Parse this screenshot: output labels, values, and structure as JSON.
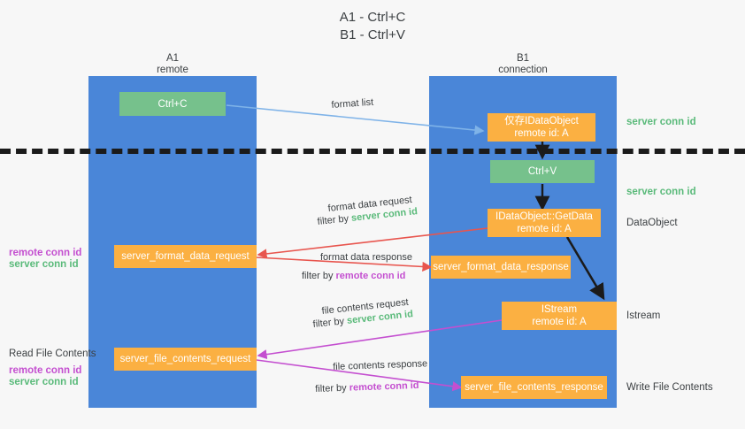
{
  "title": {
    "line1": "A1 - Ctrl+C",
    "line2": "B1 - Ctrl+V"
  },
  "lanes": [
    {
      "id": "a1",
      "name": "A1",
      "sub": "remote"
    },
    {
      "id": "b1",
      "name": "B1",
      "sub": "connection"
    }
  ],
  "boxes": {
    "ctrl_c": {
      "label": "Ctrl+C"
    },
    "idataobject": {
      "line1": "仅存IDataObject",
      "line2": "remote id: A"
    },
    "ctrl_v": {
      "label": "Ctrl+V"
    },
    "getdata": {
      "line1": "IDataObject::GetData",
      "line2": "remote id: A"
    },
    "istream": {
      "line1": "IStream",
      "line2": "remote id: A"
    },
    "server_format_data_request": {
      "label": "server_format_data_request"
    },
    "server_format_data_response": {
      "label": "server_format_data_response"
    },
    "server_file_contents_request": {
      "label": "server_file_contents_request"
    },
    "server_file_contents_response": {
      "label": "server_file_contents_response"
    }
  },
  "right_labels": {
    "server_conn_id_1": "server conn id",
    "server_conn_id_2": "server conn id",
    "dataobject": "DataObject",
    "istream": "Istream",
    "write_file_contents": "Write File Contents"
  },
  "left_labels": {
    "remote_conn_id_1": "remote conn id",
    "server_conn_id_1": "server conn id",
    "read_file_contents": "Read File Contents",
    "remote_conn_id_2": "remote conn id",
    "server_conn_id_2": "server conn id"
  },
  "edges": {
    "format_list": "format list",
    "format_data_request": "format data request",
    "format_data_request_filter_prefix": "filter by",
    "format_data_request_filter_value": "server conn id",
    "format_data_response": "format data response",
    "format_data_response_filter_prefix": "filter by",
    "format_data_response_filter_value": "remote conn id",
    "file_contents_request": "file contents request",
    "file_contents_request_filter_prefix": "filter by",
    "file_contents_request_filter_value": "server conn id",
    "file_contents_response": "file contents response",
    "file_contents_response_filter_prefix": "filter by",
    "file_contents_response_filter_value": "remote conn id"
  },
  "colors": {
    "lane": "#4a86d8",
    "green_box": "#76c18c",
    "orange_box": "#fbb042",
    "server_conn": "#5aba7a",
    "remote_conn": "#c44fd0",
    "arrow_blue": "#7fb3e8",
    "arrow_red": "#e8554e",
    "arrow_magenta": "#c44fd0",
    "arrow_black": "#1b1b1b"
  }
}
